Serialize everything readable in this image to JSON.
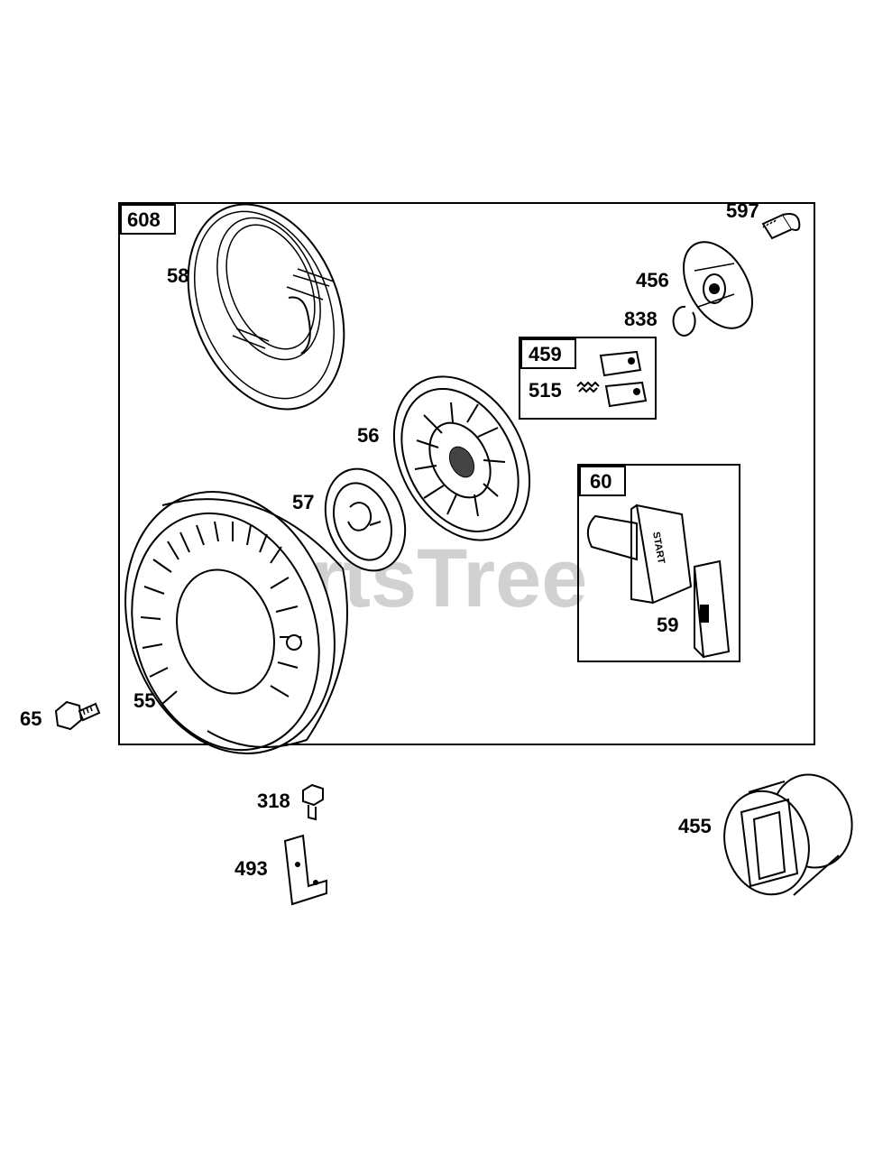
{
  "watermark": "PartsTree",
  "handle_text": "START",
  "assembly_boxes": {
    "main": "608",
    "pawl_kit": "459",
    "handle_kit": "60"
  },
  "part_labels": {
    "p58": "58",
    "p597": "597",
    "p456": "456",
    "p838": "838",
    "p515": "515",
    "p56": "56",
    "p57": "57",
    "p59": "59",
    "p55": "55",
    "p65": "65",
    "p318": "318",
    "p493": "493",
    "p455": "455"
  }
}
